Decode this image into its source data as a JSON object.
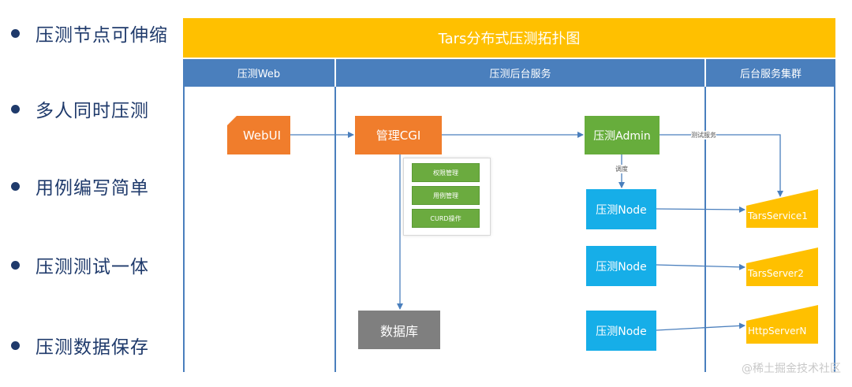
{
  "bullets": [
    "压测节点可伸缩",
    "多人同时压测",
    "用例编写简单",
    "压测测试一体",
    "压测数据保存"
  ],
  "diagram": {
    "title": "Tars分布式压测拓扑图",
    "columns": [
      "压测Web",
      "压测后台服务",
      "后台服务集群"
    ],
    "nodes": {
      "webui": "WebUI",
      "cgi": "管理CGI",
      "admin": "压测Admin",
      "perm": "权限管理",
      "case": "用例管理",
      "curd": "CURD操作",
      "db": "数据库",
      "node1": "压测Node",
      "node2": "压测Node",
      "node3": "压测Node",
      "svc1": "TarsService1",
      "svc2": "TarsServer2",
      "svc3": "HttpServerN"
    },
    "edge_labels": {
      "test_service": "测试服务",
      "schedule": "调度"
    },
    "colors": {
      "title": "#ffc000",
      "header": "#4a7fbd",
      "orange": "#f07d2c",
      "green": "#67ad3c",
      "cyan": "#16aee8",
      "gray": "#7f7f7f",
      "edge": "#4a7fbd"
    }
  },
  "watermark": "@稀土掘金技术社区"
}
